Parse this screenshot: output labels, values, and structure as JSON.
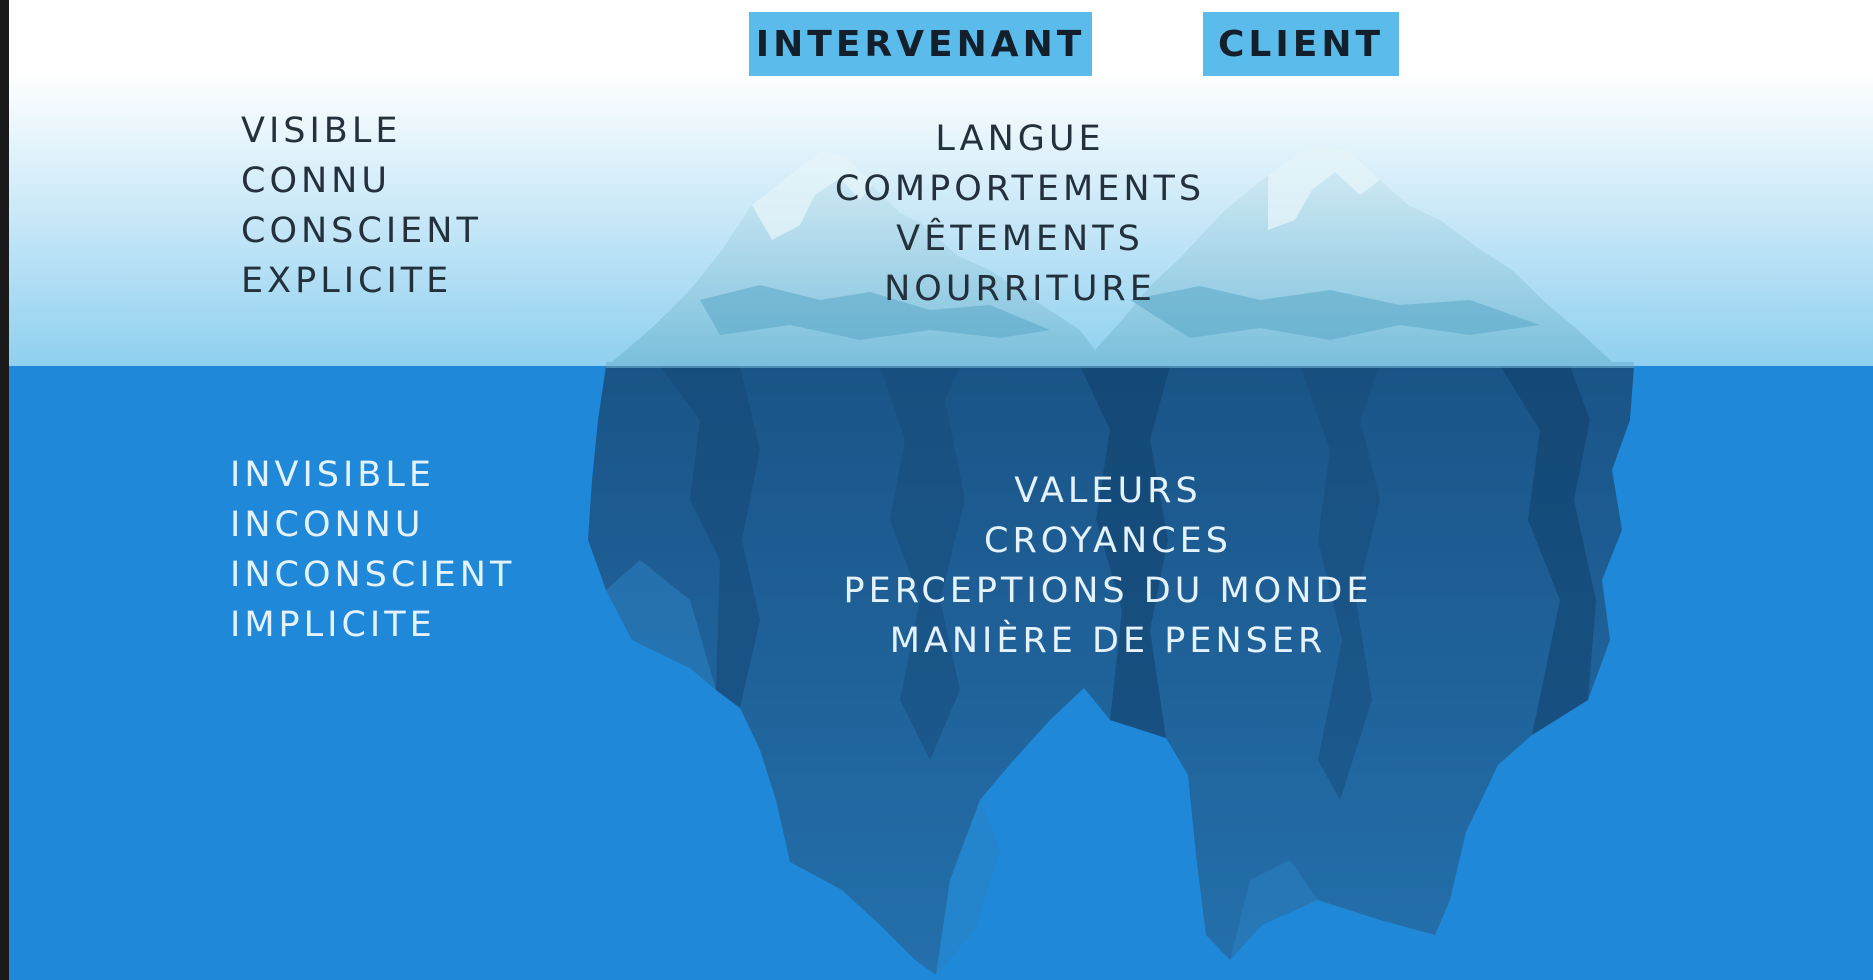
{
  "headers": {
    "intervenant": "INTERVENANT",
    "client": "CLIENT"
  },
  "above_water": {
    "left_labels": [
      "VISIBLE",
      "CONNU",
      "CONSCIENT",
      "EXPLICITE"
    ],
    "center_labels": [
      "LANGUE",
      "COMPORTEMENTS",
      "VÊTEMENTS",
      "NOURRITURE"
    ]
  },
  "below_water": {
    "left_labels": [
      "INVISIBLE",
      "INCONNU",
      "INCONSCIENT",
      "IMPLICITE"
    ],
    "center_labels": [
      "VALEURS",
      "CROYANCES",
      "PERCEPTIONS DU MONDE",
      "MANIÈRE DE PENSER"
    ]
  },
  "colors": {
    "tag_background": "#5bbcec",
    "sky_top": "#ffffff",
    "sky_bottom": "#8fd0f0",
    "water": "#1f88d9",
    "iceberg_underwater": "#1b5f94"
  },
  "icons": {
    "iceberg": "iceberg-illustration"
  }
}
